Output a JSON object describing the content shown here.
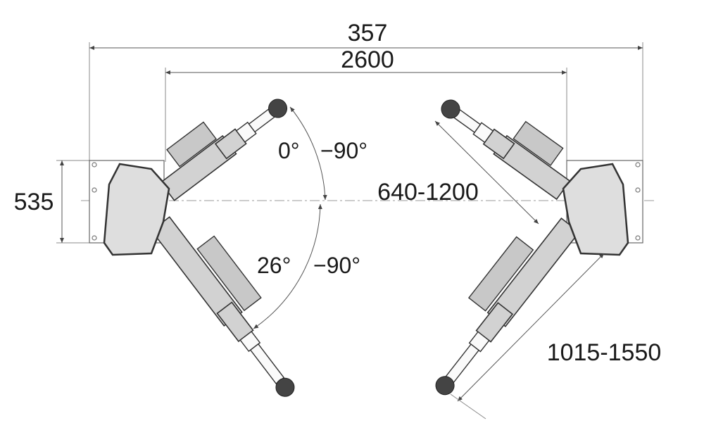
{
  "dimensions": {
    "overall_width": "357",
    "column_spacing": "2600",
    "plate_depth": "535",
    "short_arm_reach": "640-1200",
    "long_arm_reach": "1015-1550"
  },
  "angles": {
    "short_arm_min": "0°",
    "short_arm_max": "−90°",
    "long_arm_min": "26°",
    "long_arm_max": "−90°"
  }
}
